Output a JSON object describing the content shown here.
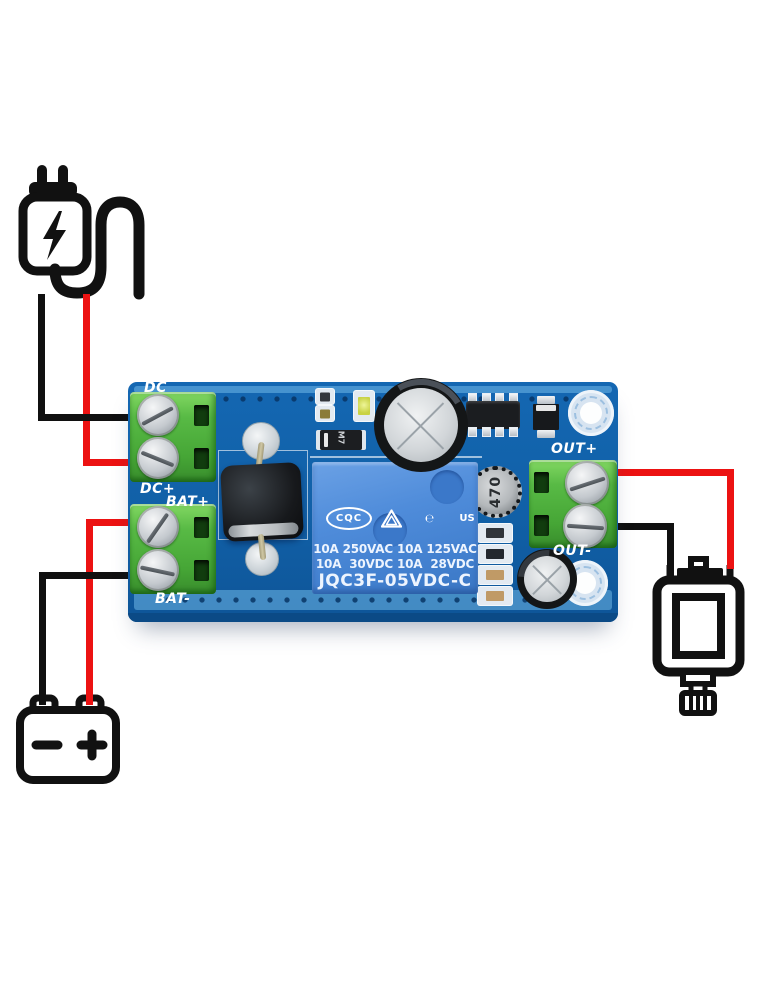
{
  "colors": {
    "pcb": "#1261a8",
    "pcb_edge": "#0b4a86",
    "relay_blue": "#4a86d6",
    "terminal_green": "#52b33f",
    "wire_red": "#ec1212",
    "wire_black": "#101010",
    "silk": "#ffffff",
    "bg": "#ffffff"
  },
  "board": {
    "silk_labels": {
      "dc_partial": "DC",
      "dc_plus": "DC+",
      "bat_plus": "BAT+",
      "bat_minus": "BAT-",
      "out_plus": "OUT+",
      "out_minus": "OUT-"
    },
    "relay": {
      "cqc_mark": "CQC",
      "e_mark": "℮",
      "us_mark": "US",
      "ratings_line1": "10A 250VAC 10A 125VAC",
      "ratings_line2": "10A  30VDC 10A  28VDC",
      "model": "JQC3F-05VDC-C"
    },
    "inductor_marking": "470",
    "smd_diode_marking": "M7"
  },
  "icons": [
    {
      "name": "power-adapter-icon",
      "meaning": "DC power supply with lightning bolt and cable"
    },
    {
      "name": "battery-icon",
      "meaning": "battery with − and + terminals"
    },
    {
      "name": "motor-icon",
      "meaning": "DC motor load with shaft"
    }
  ],
  "connections": [
    {
      "color": "black",
      "from": "power-adapter",
      "to": "DC input terminal top screw"
    },
    {
      "color": "red",
      "from": "power-adapter",
      "to": "DC+ terminal bottom screw"
    },
    {
      "color": "red",
      "from": "battery plus",
      "to": "BAT+ terminal"
    },
    {
      "color": "black",
      "from": "battery minus",
      "to": "BAT- terminal"
    },
    {
      "color": "red",
      "from": "OUT+ terminal",
      "to": "motor"
    },
    {
      "color": "black",
      "from": "OUT- terminal",
      "to": "motor"
    }
  ]
}
